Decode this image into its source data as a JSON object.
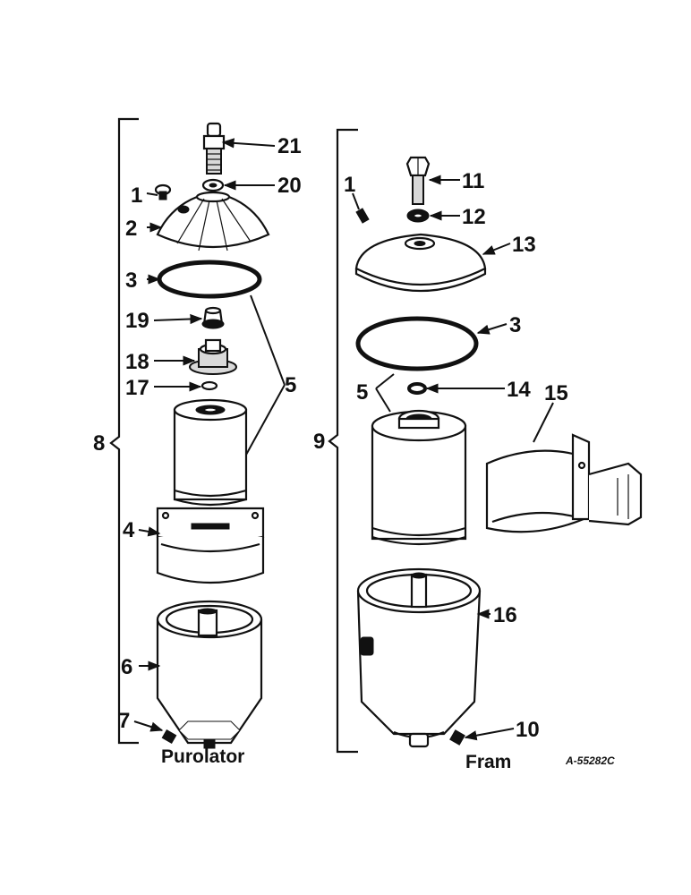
{
  "callouts": {
    "n1a": "1",
    "n2": "2",
    "n3a": "3",
    "n4": "4",
    "n5a": "5",
    "n6": "6",
    "n7": "7",
    "n8": "8",
    "n9": "9",
    "n10": "10",
    "n11": "11",
    "n12": "12",
    "n13": "13",
    "n14": "14",
    "n15": "15",
    "n16": "16",
    "n17": "17",
    "n18": "18",
    "n19": "19",
    "n20": "20",
    "n21": "21",
    "n1b": "1",
    "n3b": "3",
    "n5b": "5"
  },
  "captions": {
    "left": "Purolator",
    "right": "Fram"
  },
  "drawing_code": "A-55282C"
}
